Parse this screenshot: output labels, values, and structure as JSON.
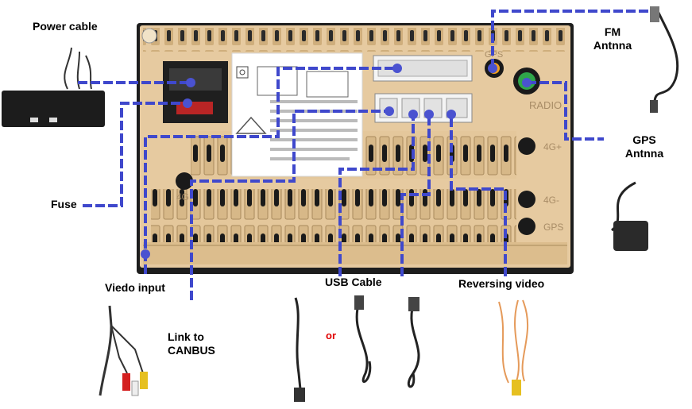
{
  "labels": {
    "power_cable": "Power cable",
    "fm_antenna_line1": "FM",
    "fm_antenna_line2": "Antnna",
    "gps_antenna_line1": "GPS",
    "gps_antenna_line2": "Antnna",
    "fuse": "Fuse",
    "video_input": "Viedo input",
    "link_canbus_line1": "Link to",
    "link_canbus_line2": "CANBUS",
    "usb_cable": "USB  Cable",
    "reversing_video": "Reversing video",
    "or": "or"
  },
  "unit_markings": {
    "gps_top": "GPS",
    "radio": "RADIO",
    "4g_plus": "4G+",
    "4g_left": "4G",
    "4g_minus": "4G-",
    "gps_bottom": "GPS"
  },
  "colors": {
    "chassis": "#e6caa0",
    "chassis_edge": "#2a2a2a",
    "connector_line": "#3f48cc",
    "dot": "#3f48cc",
    "radio_jack": "#2fa64a",
    "gps_jack": "#f0a020",
    "or_text": "#e00000"
  }
}
